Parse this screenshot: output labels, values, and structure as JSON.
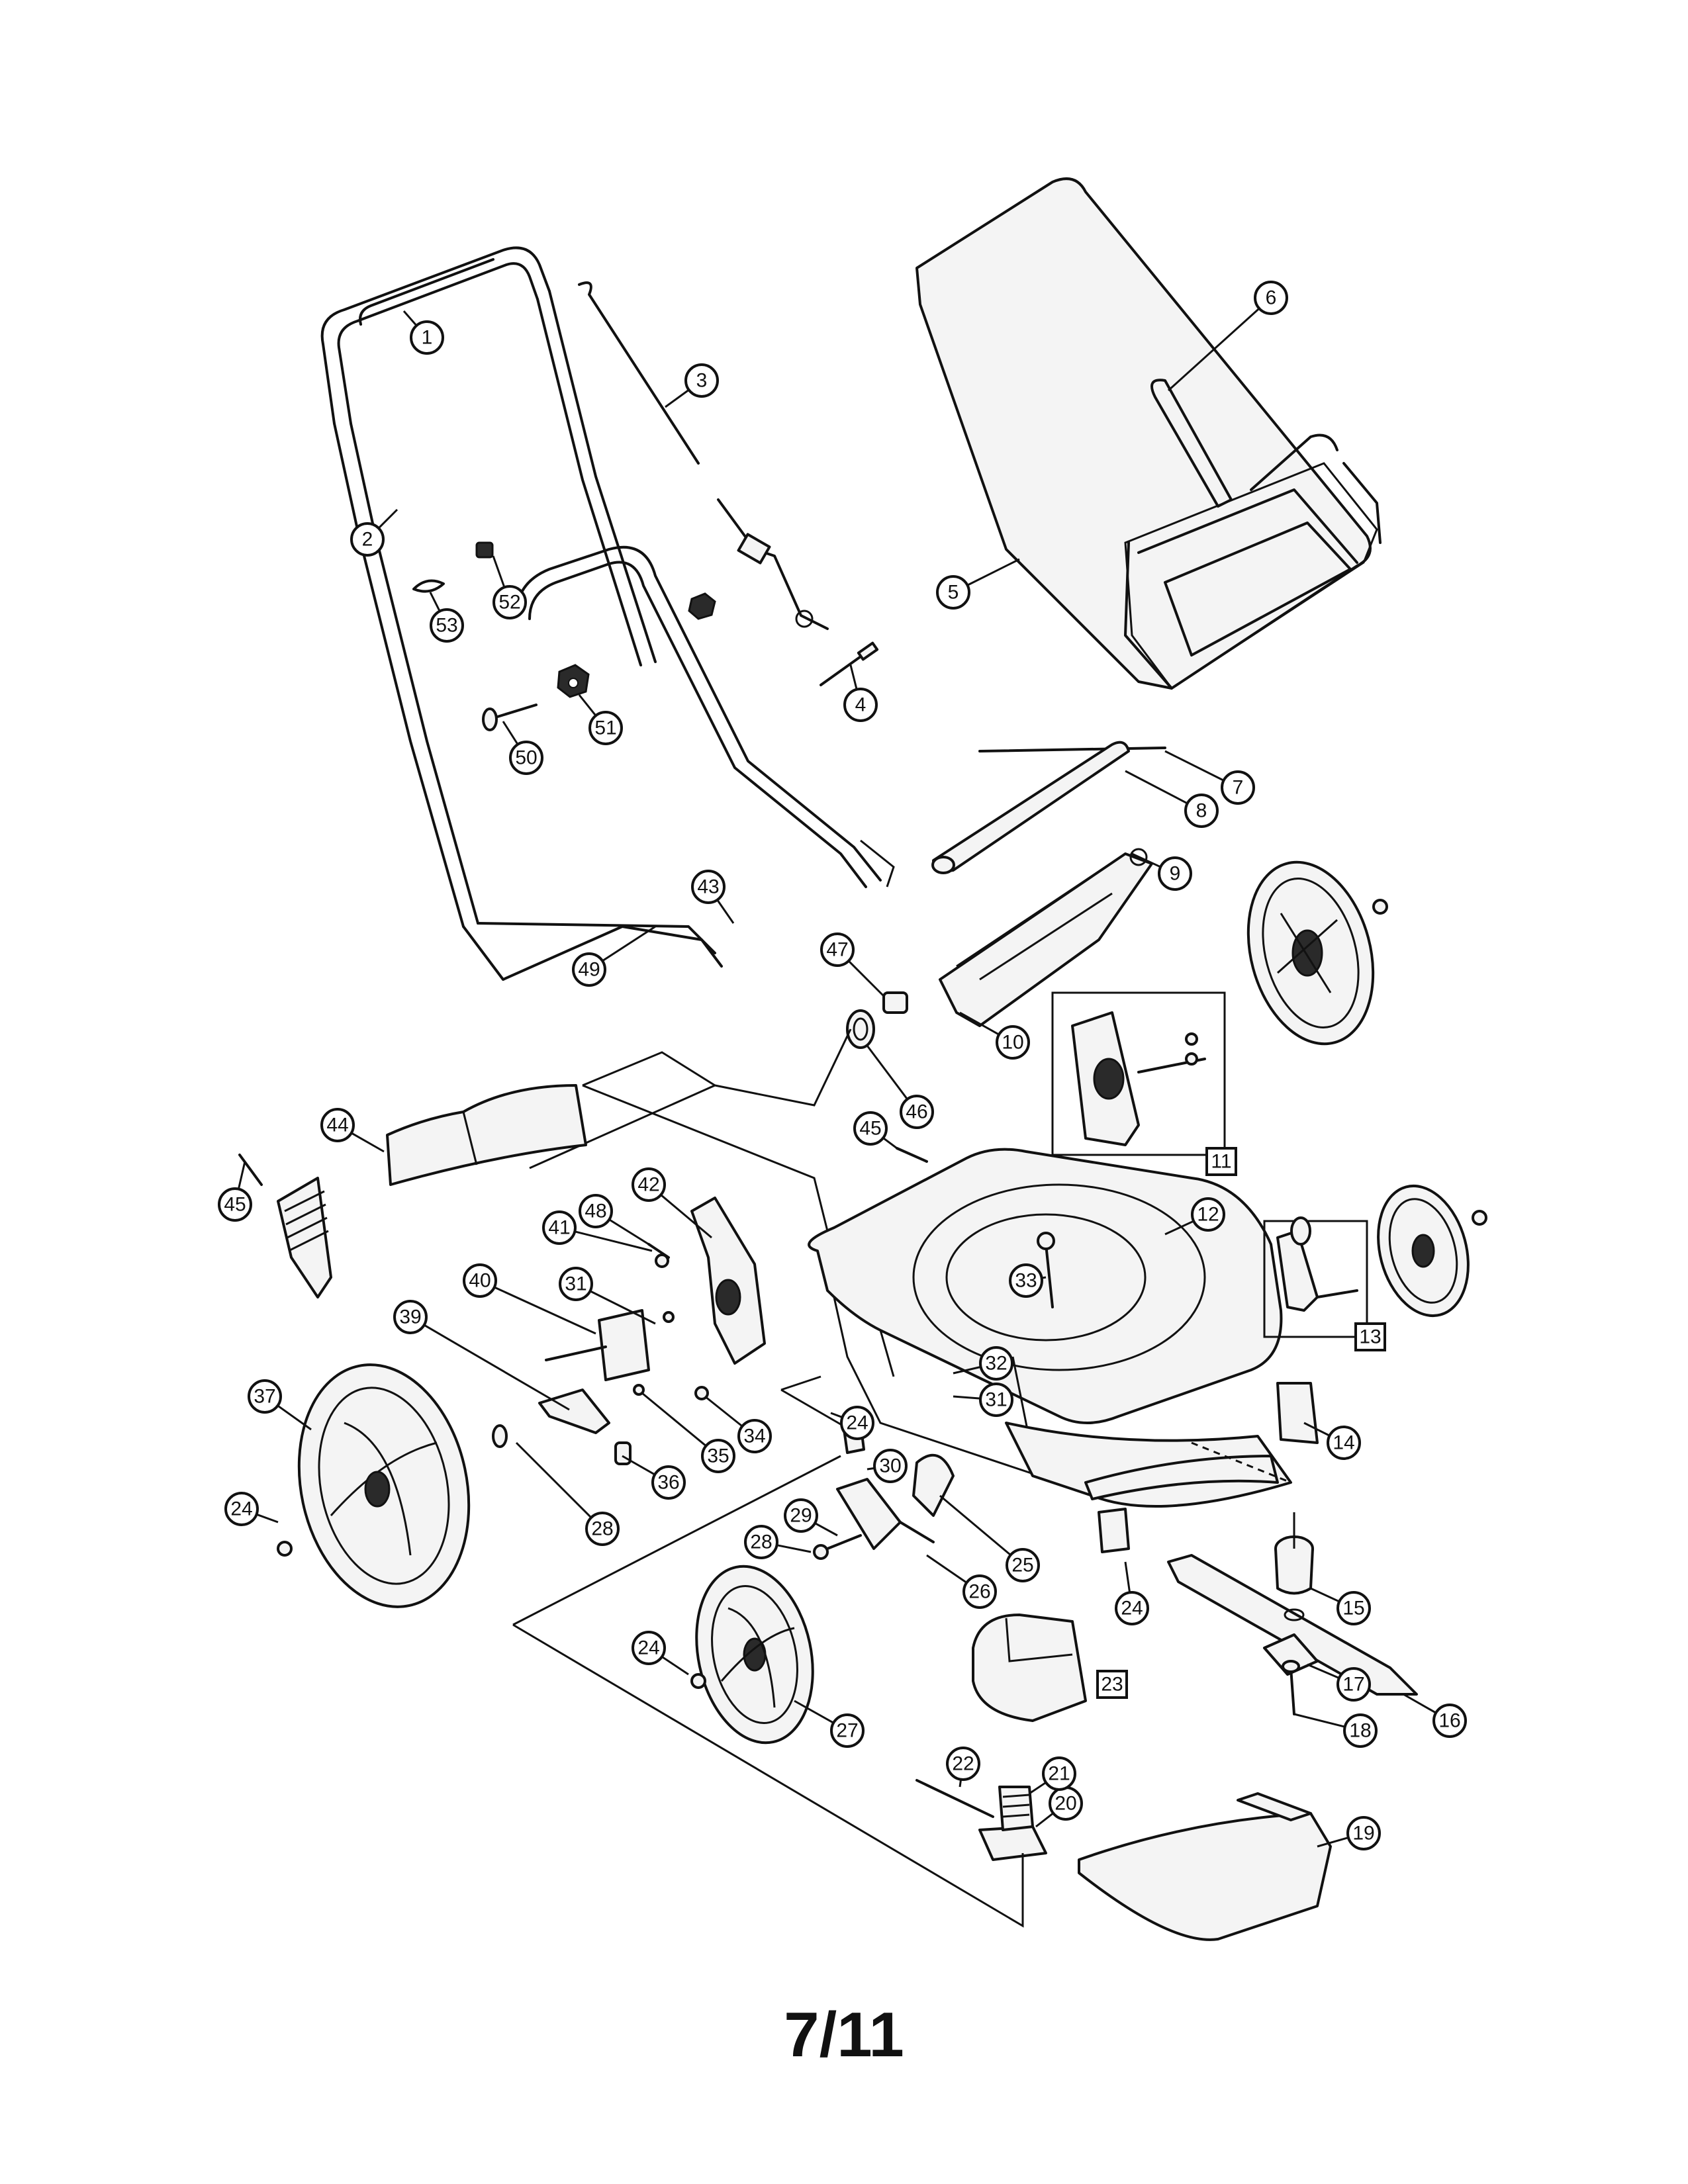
{
  "page_label": "7/11",
  "callouts": [
    {
      "id": "1",
      "label": "1",
      "shape": "circle"
    },
    {
      "id": "2",
      "label": "2",
      "shape": "circle"
    },
    {
      "id": "3",
      "label": "3",
      "shape": "circle"
    },
    {
      "id": "4",
      "label": "4",
      "shape": "circle"
    },
    {
      "id": "5",
      "label": "5",
      "shape": "circle"
    },
    {
      "id": "6",
      "label": "6",
      "shape": "circle"
    },
    {
      "id": "7",
      "label": "7",
      "shape": "circle"
    },
    {
      "id": "8",
      "label": "8",
      "shape": "circle"
    },
    {
      "id": "9",
      "label": "9",
      "shape": "circle"
    },
    {
      "id": "10",
      "label": "10",
      "shape": "circle"
    },
    {
      "id": "11",
      "label": "11",
      "shape": "box"
    },
    {
      "id": "12",
      "label": "12",
      "shape": "circle"
    },
    {
      "id": "13",
      "label": "13",
      "shape": "box"
    },
    {
      "id": "14",
      "label": "14",
      "shape": "circle"
    },
    {
      "id": "15",
      "label": "15",
      "shape": "circle"
    },
    {
      "id": "16",
      "label": "16",
      "shape": "circle"
    },
    {
      "id": "17",
      "label": "17",
      "shape": "circle"
    },
    {
      "id": "18",
      "label": "18",
      "shape": "circle"
    },
    {
      "id": "19",
      "label": "19",
      "shape": "circle"
    },
    {
      "id": "20",
      "label": "20",
      "shape": "circle"
    },
    {
      "id": "21",
      "label": "21",
      "shape": "circle"
    },
    {
      "id": "22",
      "label": "22",
      "shape": "circle"
    },
    {
      "id": "23",
      "label": "23",
      "shape": "box"
    },
    {
      "id": "24a",
      "label": "24",
      "shape": "circle"
    },
    {
      "id": "24b",
      "label": "24",
      "shape": "circle"
    },
    {
      "id": "24c",
      "label": "24",
      "shape": "circle"
    },
    {
      "id": "24d",
      "label": "24",
      "shape": "circle"
    },
    {
      "id": "25",
      "label": "25",
      "shape": "circle"
    },
    {
      "id": "26",
      "label": "26",
      "shape": "circle"
    },
    {
      "id": "27",
      "label": "27",
      "shape": "circle"
    },
    {
      "id": "28a",
      "label": "28",
      "shape": "circle"
    },
    {
      "id": "28b",
      "label": "28",
      "shape": "circle"
    },
    {
      "id": "29",
      "label": "29",
      "shape": "circle"
    },
    {
      "id": "30",
      "label": "30",
      "shape": "circle"
    },
    {
      "id": "31a",
      "label": "31",
      "shape": "circle"
    },
    {
      "id": "31b",
      "label": "31",
      "shape": "circle"
    },
    {
      "id": "32",
      "label": "32",
      "shape": "circle"
    },
    {
      "id": "33",
      "label": "33",
      "shape": "circle"
    },
    {
      "id": "34",
      "label": "34",
      "shape": "circle"
    },
    {
      "id": "35",
      "label": "35",
      "shape": "circle"
    },
    {
      "id": "36",
      "label": "36",
      "shape": "circle"
    },
    {
      "id": "37",
      "label": "37",
      "shape": "circle"
    },
    {
      "id": "39",
      "label": "39",
      "shape": "circle"
    },
    {
      "id": "40",
      "label": "40",
      "shape": "circle"
    },
    {
      "id": "41",
      "label": "41",
      "shape": "circle"
    },
    {
      "id": "42",
      "label": "42",
      "shape": "circle"
    },
    {
      "id": "43",
      "label": "43",
      "shape": "circle"
    },
    {
      "id": "44",
      "label": "44",
      "shape": "circle"
    },
    {
      "id": "45a",
      "label": "45",
      "shape": "circle"
    },
    {
      "id": "45b",
      "label": "45",
      "shape": "circle"
    },
    {
      "id": "46",
      "label": "46",
      "shape": "circle"
    },
    {
      "id": "47",
      "label": "47",
      "shape": "circle"
    },
    {
      "id": "48",
      "label": "48",
      "shape": "circle"
    },
    {
      "id": "49",
      "label": "49",
      "shape": "circle"
    },
    {
      "id": "50",
      "label": "50",
      "shape": "circle"
    },
    {
      "id": "51",
      "label": "51",
      "shape": "circle"
    },
    {
      "id": "52",
      "label": "52",
      "shape": "circle"
    },
    {
      "id": "53",
      "label": "53",
      "shape": "circle"
    }
  ]
}
